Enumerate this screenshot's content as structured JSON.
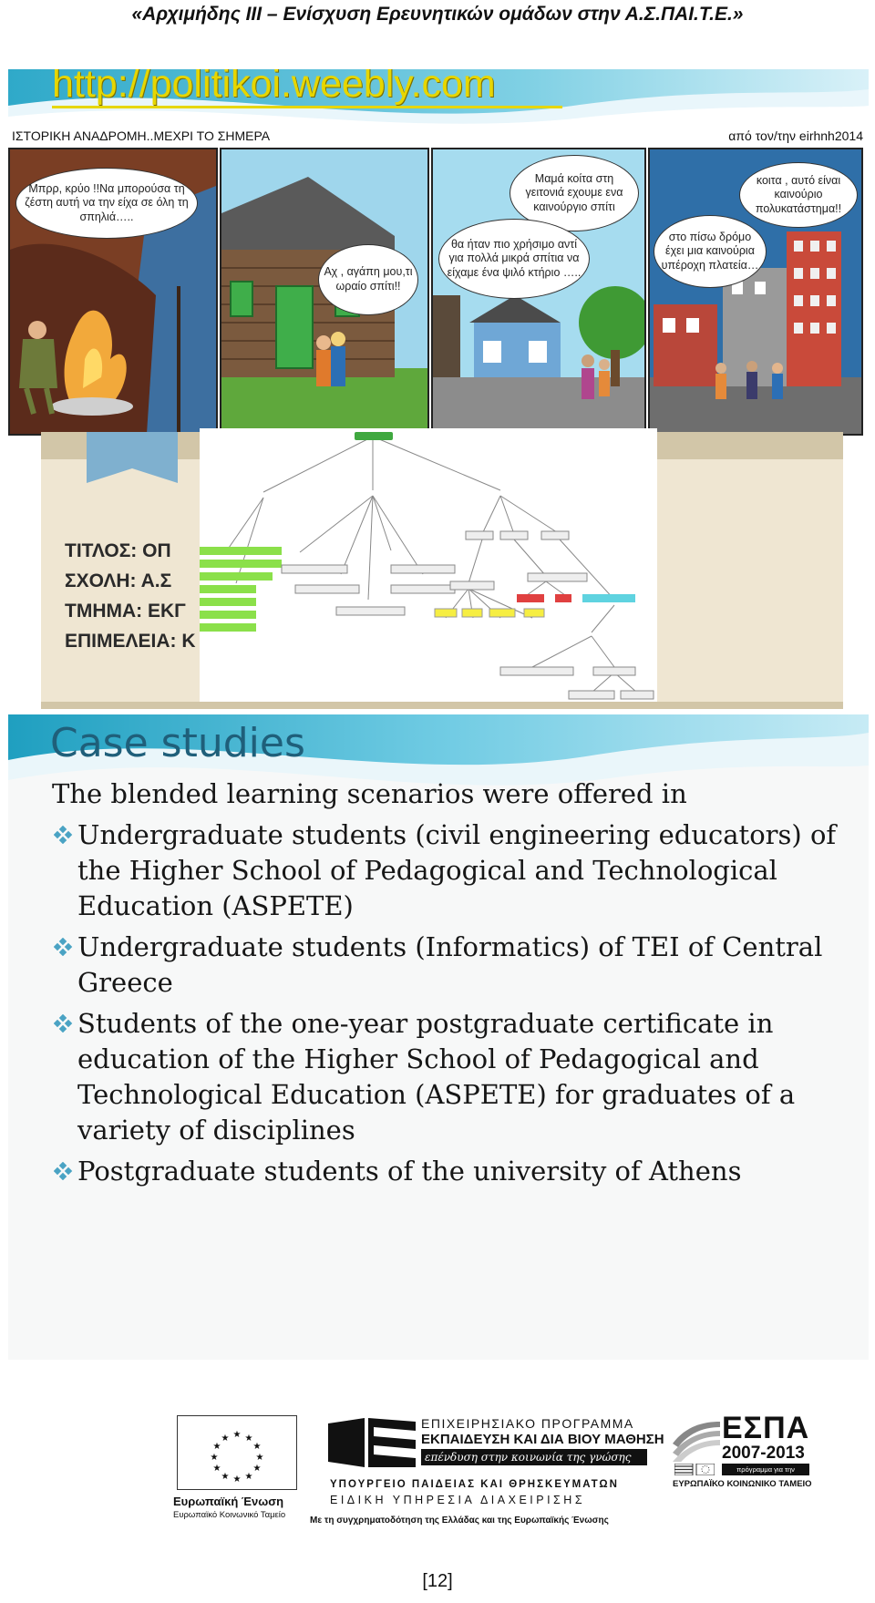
{
  "header": {
    "title": "«Αρχιμήδης ΙΙΙ – Ενίσχυση Ερευνητικών ομάδων στην Α.Σ.ΠΑΙ.Τ.Ε.»"
  },
  "slide1": {
    "url": "http://politikoi.weebly.com",
    "history_title": "ΙΣΤΟΡΙΚΗ ΑΝΑΔΡΟΜΗ..ΜΕΧΡΙ ΤΟ ΣΗΜΕΡΑ",
    "author": "από τον/την eirhnh2014",
    "bubbles": {
      "b1": "Μπρρ, κρύο !!Να μπορούσα τη ζέστη αυτή να την είχα σε όλη τη σπηλιά…..",
      "b2": "Αχ , αγάπη μου,τι ωραίο σπίτι!!",
      "b3": "Μαμά κοίτα στη γειτονιά εχουμε ενα καινούργιο σπίτι",
      "b4": "θα ήταν πιο χρήσιμο αντί για πολλά μικρά σπίτια να είχαμε ένα ψιλό κτήριο …..",
      "b5": "κοιτα , αυτό είναι καινούριο πολυκατάστημα!!",
      "b6": "στο πίσω δρόμο έχει μια καινούρια υπέροχη πλατεία…"
    },
    "poster": {
      "l1": "ΤΙΤΛΟΣ:   ΟΠ",
      "l2": "ΣΧΟΛΗ:    Α.Σ",
      "l3": "ΤΜΗΜΑ:  ΕΚΓ",
      "l4": "ΕΠΙΜΕΛΕΙΑ: Κ"
    }
  },
  "slide2": {
    "title": "Case studies",
    "lead": "The blended learning scenarios were offered in",
    "bullets": [
      "Undergraduate students (civil engineering educators) of the Higher School of Pedagogical and Technological Education (ASPETE)",
      "Undergraduate students  (Informatics) of TEI of Central Greece",
      "Students of the one-year postgraduate certificate in education of the Higher School of Pedagogical and Technological Education (ASPETE) for graduates of a variety of disciplines",
      "Postgraduate students of the university of Athens"
    ]
  },
  "logos": {
    "eu_name": "Ευρωπαϊκή Ένωση",
    "eu_fund": "Ευρωπαϊκό Κοινωνικό Ταμείο",
    "ep_line1": "ΕΠΙΧΕΙΡΗΣΙΑΚΟ ΠΡΟΓΡΑΜΜΑ",
    "ep_line2": "ΕΚΠΑΙΔΕΥΣΗ ΚΑΙ ΔΙΑ ΒΙΟΥ ΜΑΘΗΣΗ",
    "ep_line3": "επένδυση στην κοινωνία της γνώσης",
    "ministry": "ΥΠΟΥΡΓΕΙΟ ΠΑΙΔΕΙΑΣ ΚΑΙ ΘΡΗΣΚΕΥΜΑΤΩΝ",
    "service": "ΕΙΔΙΚΗ ΥΠΗΡΕΣΙΑ ΔΙΑΧΕΙΡΙΣΗΣ",
    "cofund": "Με τη συγχρηματοδότηση της Ελλάδας και της Ευρωπαϊκής Ένωσης",
    "espa": "ΕΣΠΑ",
    "espa_years": "2007-2013",
    "espa_tag": "πρόγραμμα για την ανάπτυξη",
    "espa_fund": "ΕΥΡΩΠΑΪΚΟ ΚΟΙΝΩΝΙΚΟ ΤΑΜΕΙΟ"
  },
  "page_number": "[12]"
}
